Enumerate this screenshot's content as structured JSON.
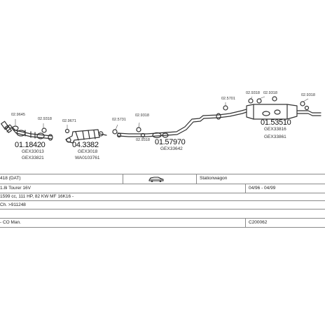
{
  "diagram": {
    "part_refs": {
      "ref_a": "02.9645",
      "ref_b": "02.9318",
      "ref_c": "02.9671",
      "ref_d": "02.5731",
      "ref_e": "02.9318",
      "ref_f": "02.9318",
      "ref_g": "02.5701",
      "ref_h": "02.9318",
      "ref_i": "02.9318",
      "ref_j": "02.9318"
    },
    "parts": [
      {
        "number": "01.18420",
        "codes": [
          "GEX33013",
          "GEX33821"
        ]
      },
      {
        "number": "04.3382",
        "codes": [
          "GEX3018",
          "WA0103761"
        ]
      },
      {
        "number": "01.57970",
        "codes": [
          "GEX33642"
        ]
      },
      {
        "number": "01.53510",
        "codes": [
          "GEX33816",
          "GEX33861"
        ]
      }
    ]
  },
  "table": {
    "row1": {
      "model": "418 (DAT)",
      "body": "Stationwagon"
    },
    "row2": {
      "engine": "1.8i Tourer 16V",
      "period": "04/96 - 04/99"
    },
    "row3": {
      "spec": "1599 cc, 111 HP, 82 KW MF 16K16 -"
    },
    "row4": {
      "chassis": "Ch. >911248"
    },
    "row5": {
      "note": "- CO Man.",
      "code": "C200062"
    }
  }
}
